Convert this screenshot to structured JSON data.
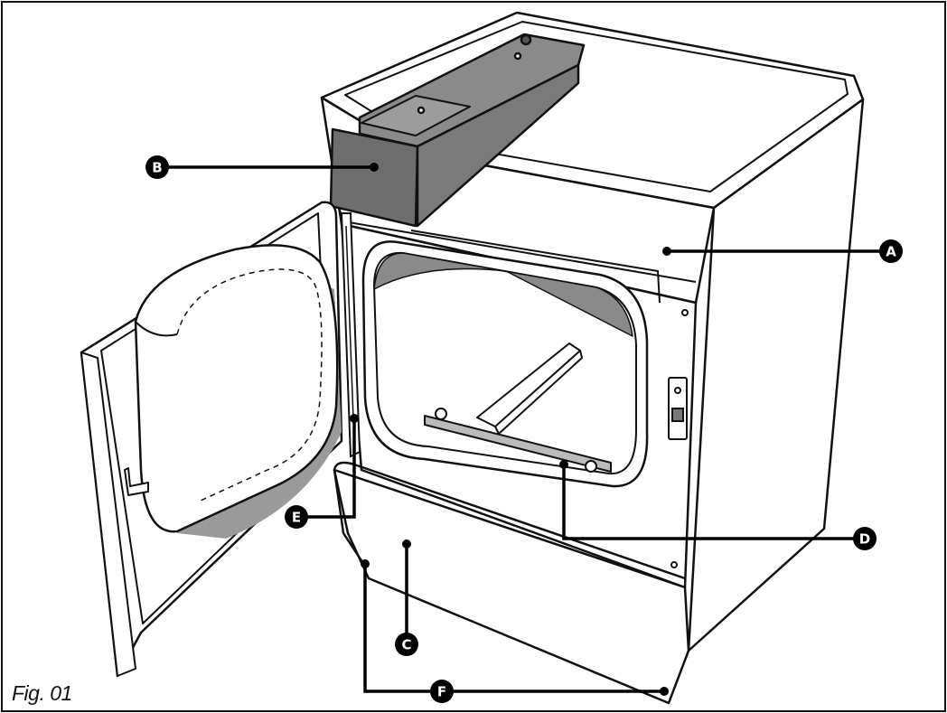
{
  "figure": {
    "caption": "Fig. 01"
  },
  "callouts": {
    "A": "A",
    "B": "B",
    "C": "C",
    "D": "D",
    "E": "E",
    "F": "F"
  },
  "colors": {
    "stroke": "#111111",
    "highlight": "#8a8a8a",
    "highlight_dark": "#6e6e6e",
    "shadow": "#9a9a9a",
    "background": "#ffffff"
  }
}
